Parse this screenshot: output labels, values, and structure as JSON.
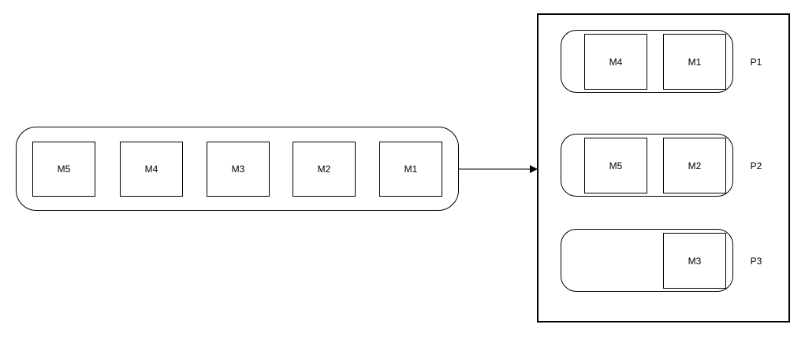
{
  "colors": {
    "stroke": "#000000",
    "background": "#ffffff"
  },
  "source_lane": {
    "modules": [
      {
        "label": "M5"
      },
      {
        "label": "M4"
      },
      {
        "label": "M3"
      },
      {
        "label": "M2"
      },
      {
        "label": "M1"
      }
    ]
  },
  "arrow": {
    "direction": "left-to-right"
  },
  "target_panel": {
    "partitions": [
      {
        "label": "P1",
        "modules": [
          {
            "label": "M4"
          },
          {
            "label": "M1"
          }
        ]
      },
      {
        "label": "P2",
        "modules": [
          {
            "label": "M5"
          },
          {
            "label": "M2"
          }
        ]
      },
      {
        "label": "P3",
        "modules": [
          {
            "label": "M3"
          }
        ]
      }
    ]
  }
}
